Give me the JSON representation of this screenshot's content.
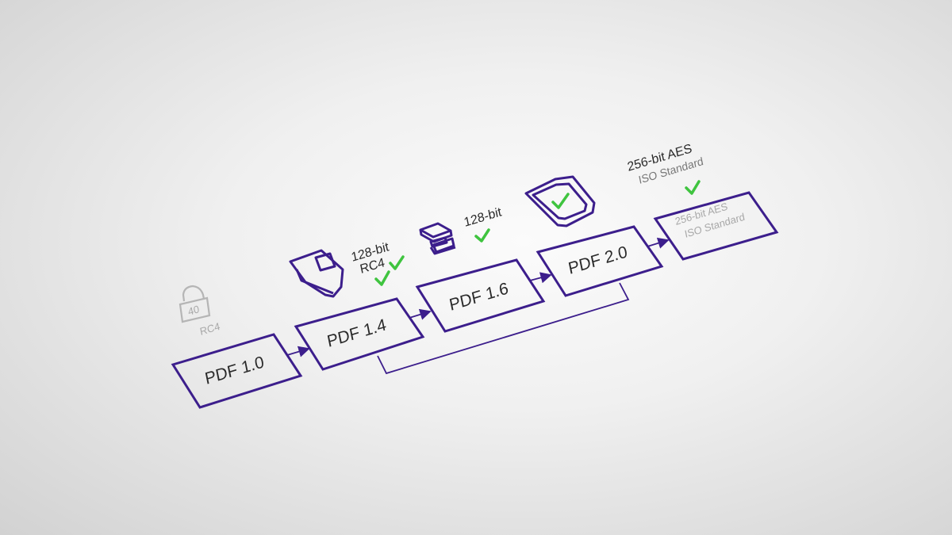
{
  "colors": {
    "accent": "#3c1e8c",
    "check": "#3fc43f",
    "muted": "#b0b0b0"
  },
  "nodes": [
    {
      "label": "PDF 1.0"
    },
    {
      "label": "PDF 1.4"
    },
    {
      "label": "PDF 1.6"
    },
    {
      "label": "PDF 2.0"
    },
    {
      "line1": "256-bit AES",
      "line2": "ISO Standard"
    }
  ],
  "annotations": {
    "lock": {
      "icon": "padlock-icon",
      "number": "40",
      "caption": "RC4"
    },
    "pdf14": {
      "icon": "shield-icon",
      "line1": "128-bit",
      "line2": "RC4"
    },
    "pdf16": {
      "icon": "stacked-blocks-icon",
      "line1": "128-bit"
    },
    "pdf20": {
      "icon": "shield-check-icon"
    },
    "final": {
      "line1": "256-bit AES",
      "line2": "ISO Standard"
    }
  }
}
